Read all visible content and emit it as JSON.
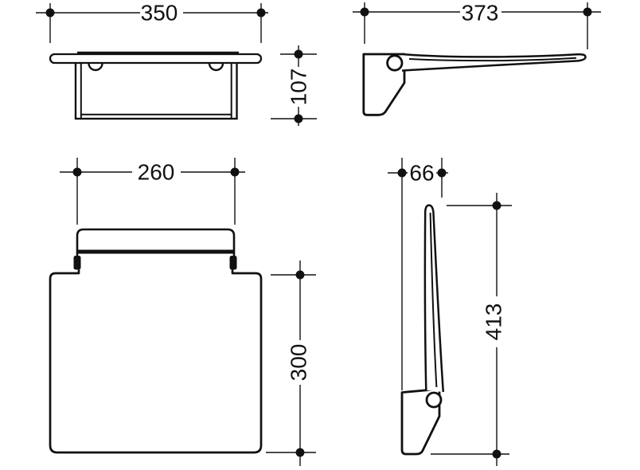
{
  "drawing": {
    "background_color": "#ffffff",
    "line_color": "#111111",
    "views": {
      "top": {
        "width_mm": "350",
        "depth_mm": "107"
      },
      "side_folded_down": {
        "length_mm": "373"
      },
      "front": {
        "bracket_width_mm": "260",
        "height_mm": "300"
      },
      "side_folded_up": {
        "depth_mm": "66",
        "height_mm": "413"
      }
    }
  }
}
